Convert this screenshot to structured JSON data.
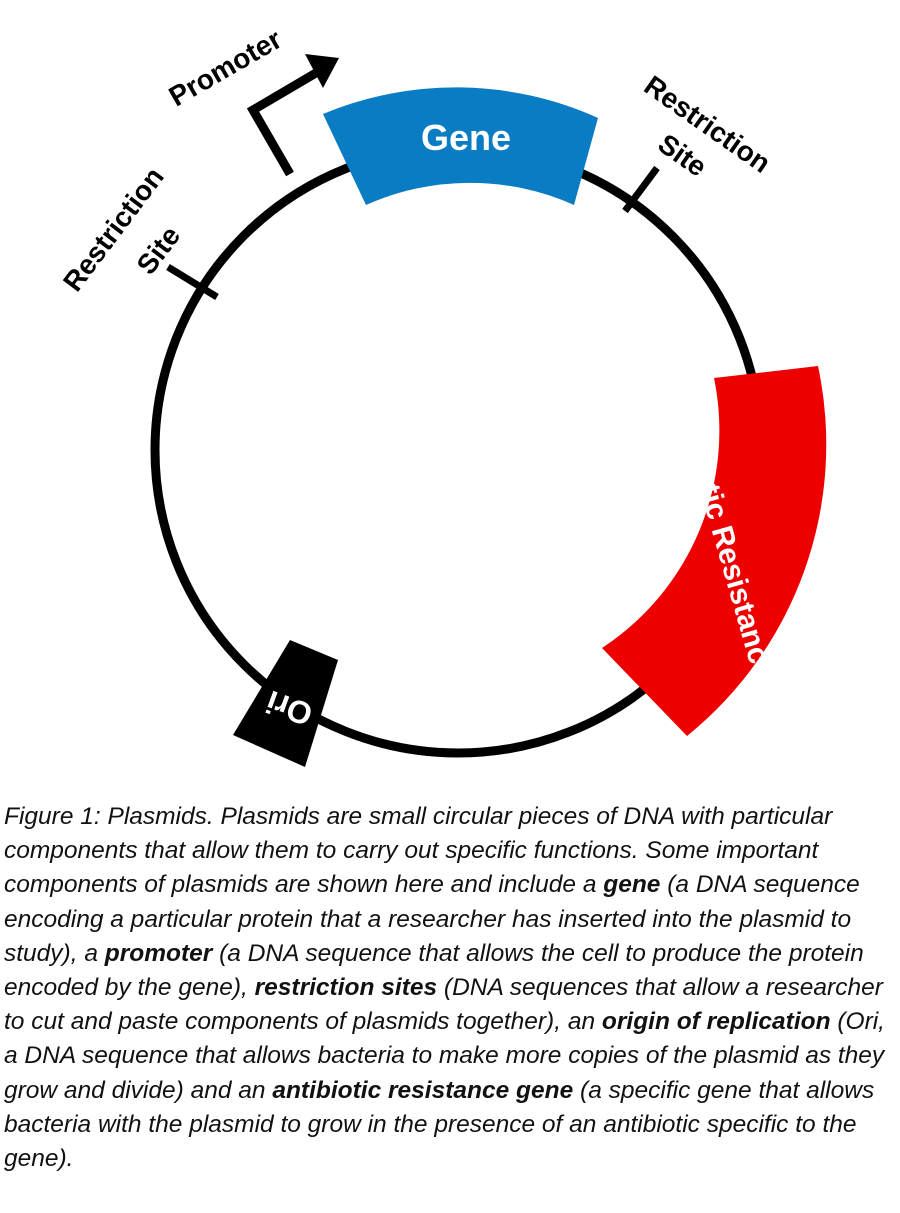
{
  "figure": {
    "labels": {
      "promoter": "Promoter",
      "gene": "Gene",
      "restriction_left_line1": "Restriction",
      "restriction_left_line2": "Site",
      "restriction_right_line1": "Restriction",
      "restriction_right_line2": "Site",
      "antibiotic": "Antibiotic Resistance",
      "ori": "Ori"
    },
    "colors": {
      "gene": "#0a7cc4",
      "antibiotic": "#ee0000",
      "ori": "#000000",
      "backbone": "#000000"
    }
  },
  "caption": {
    "intro": "Figure 1: Plasmids. Plasmids are small circular pieces of DNA with particular components that allow them to carry out specific functions. Some important components of plasmids are shown here and include a ",
    "gene_term": "gene",
    "gene_desc": " (a DNA sequence encoding a particular protein that a researcher has inserted into the plasmid to study), a ",
    "promoter_term": "promoter",
    "promoter_desc": " (a DNA sequence that allows the cell to produce the protein encoded by the gene), ",
    "restriction_term": "restriction sites",
    "restriction_desc": " (DNA sequences that allow a researcher to cut and paste components of plasmids together), an ",
    "ori_term": "origin of replication",
    "ori_desc": " (Ori, a DNA sequence that allows bacteria to make more copies of the plasmid as they grow and divide) and an ",
    "antibiotic_term": "antibiotic resistance gene",
    "antibiotic_desc": " (a specific gene that allows bacteria with the plasmid to grow in the presence of an antibiotic specific to the gene)."
  }
}
